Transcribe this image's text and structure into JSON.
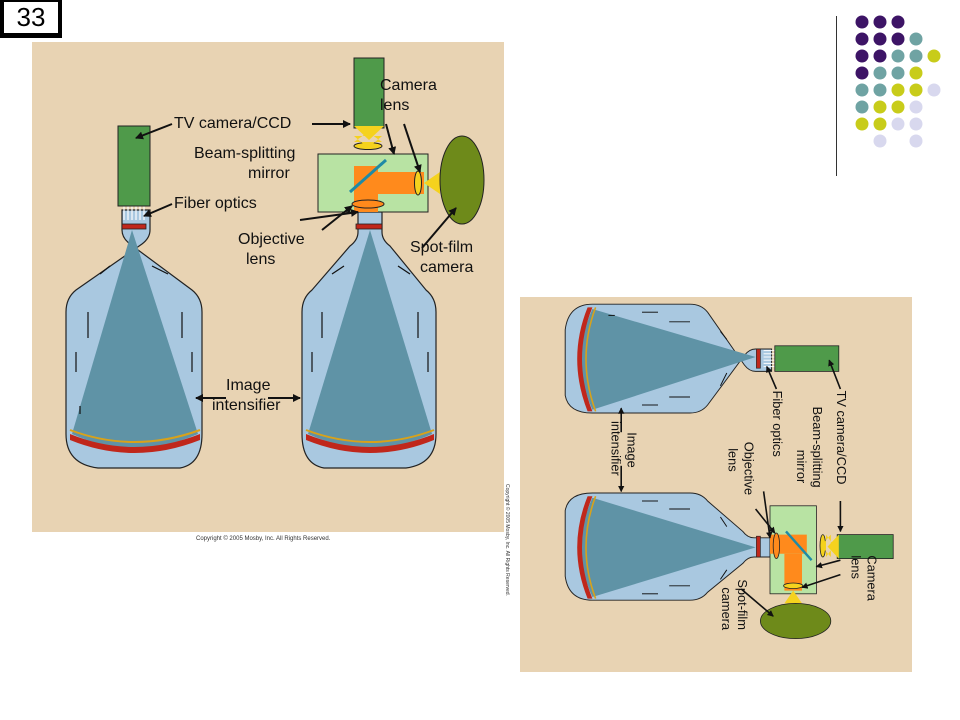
{
  "slide": {
    "number": "33"
  },
  "diagram": {
    "labels": {
      "tv_camera": "TV camera/CCD",
      "fiber_optics": "Fiber optics",
      "camera_lens_1": "Camera",
      "camera_lens_2": "lens",
      "beam_mirror_1": "Beam-splitting",
      "beam_mirror_2": "mirror",
      "objective_1": "Objective",
      "objective_2": "lens",
      "spot_film_1": "Spot-film",
      "spot_film_2": "camera",
      "image_1": "Image",
      "image_2": "intensifier"
    },
    "copyright": "Copyright © 2005 Mosby, Inc. All Rights Reserved."
  },
  "colors": {
    "background": "#e8d3b3",
    "intensifier_body": "#a9c8e0",
    "beam_cone": "#5f93a6",
    "camera_green": "#4f9a4a",
    "housing_green": "#b8e3a3",
    "spot_film_olive": "#6e8a1a",
    "beam_orange": "#ff8a1c",
    "lens_yellow": "#f5d21e",
    "phosphor_red": "#c0271b",
    "dot_purple": "#3d1466",
    "dot_teal": "#6fa3a3",
    "dot_yellow": "#c8cc1a",
    "dot_lavender": "#d8d8ee"
  },
  "decor": {
    "dot_grid": [
      [
        "purple",
        "purple",
        "purple",
        "",
        "",
        ""
      ],
      [
        "purple",
        "purple",
        "purple",
        "teal",
        "",
        ""
      ],
      [
        "purple",
        "purple",
        "teal",
        "teal",
        "yellow",
        ""
      ],
      [
        "purple",
        "teal",
        "teal",
        "yellow",
        "",
        ""
      ],
      [
        "teal",
        "teal",
        "yellow",
        "yellow",
        "lavender",
        ""
      ],
      [
        "teal",
        "yellow",
        "yellow",
        "lavender",
        "",
        ""
      ],
      [
        "yellow",
        "yellow",
        "lavender",
        "lavender",
        "",
        ""
      ],
      [
        "",
        "lavender",
        "",
        "lavender",
        "",
        ""
      ]
    ]
  }
}
